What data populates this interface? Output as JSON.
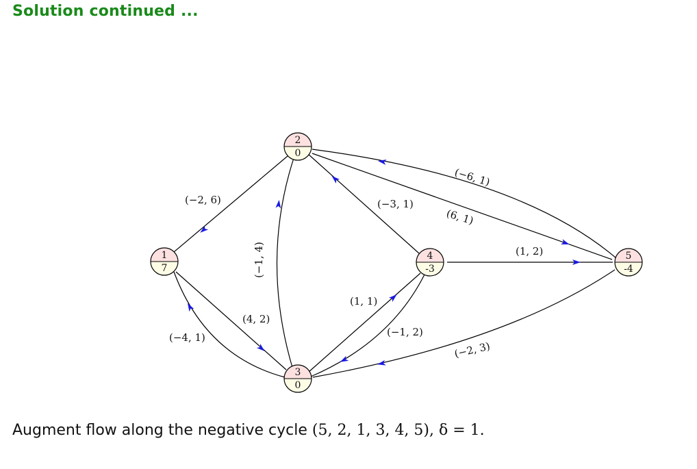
{
  "title": "Solution continued ...",
  "caption": {
    "text": "Augment flow along the negative cycle",
    "math": "(5, 2, 1, 3, 4, 5), δ = 1."
  },
  "colors": {
    "title": "#1a8a1a",
    "node_top": "#fde1e1",
    "node_bottom": "#fdfde6",
    "arrow": "#1a1adf",
    "edge": "#000000"
  },
  "nodes": [
    {
      "id": "1",
      "top": "1",
      "bottom": "7"
    },
    {
      "id": "2",
      "top": "2",
      "bottom": "0"
    },
    {
      "id": "3",
      "top": "3",
      "bottom": "0"
    },
    {
      "id": "4",
      "top": "4",
      "bottom": "-3"
    },
    {
      "id": "5",
      "top": "5",
      "bottom": "-4"
    }
  ],
  "edges": [
    {
      "id": "e21",
      "label": "(−2, 6)"
    },
    {
      "id": "e31",
      "label": "(−4, 1)"
    },
    {
      "id": "e13",
      "label": "(4, 2)"
    },
    {
      "id": "e32",
      "label": "(−1, 4)"
    },
    {
      "id": "e42",
      "label": "(−3, 1)"
    },
    {
      "id": "e52",
      "label": "(−6, 1)"
    },
    {
      "id": "e25",
      "label": "(6, 1)"
    },
    {
      "id": "e45",
      "label": "(1, 2)"
    },
    {
      "id": "e34",
      "label": "(1, 1)"
    },
    {
      "id": "e43",
      "label": "(−1, 2)"
    },
    {
      "id": "e53",
      "label": "(−2, 3)"
    }
  ]
}
